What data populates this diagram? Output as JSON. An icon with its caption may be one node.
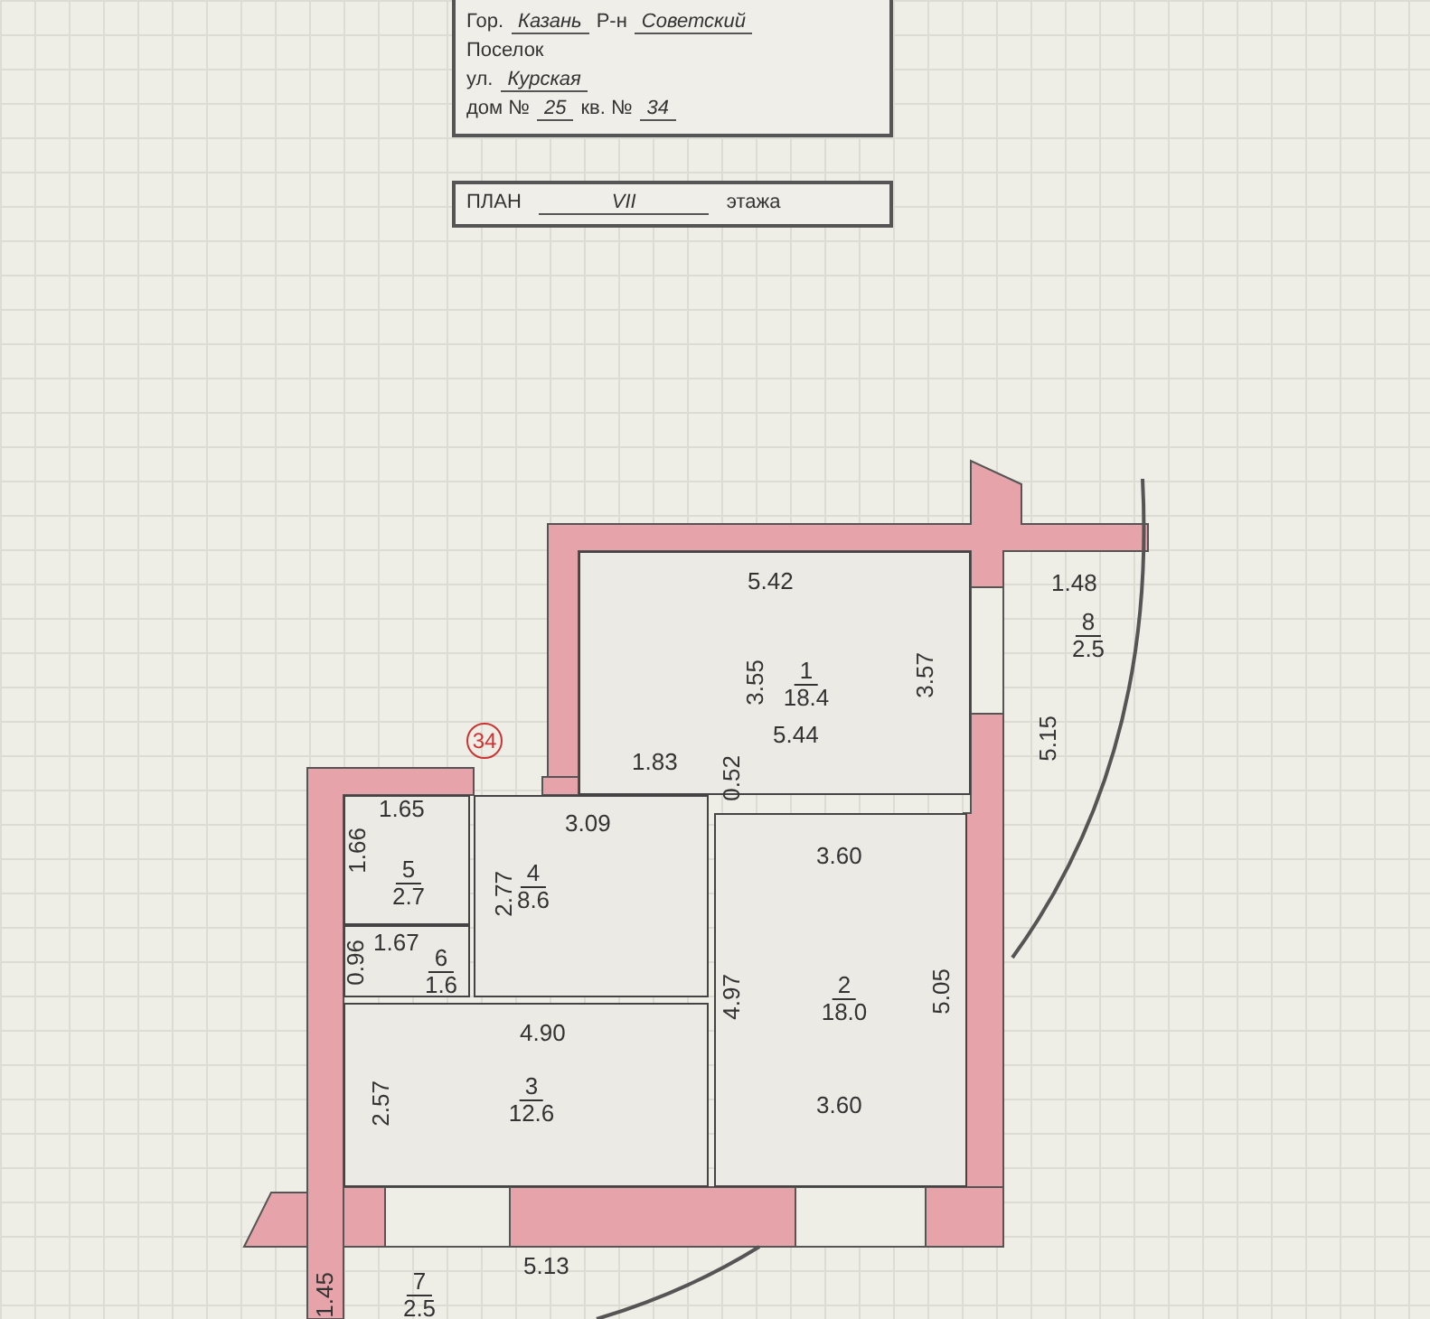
{
  "diagram": {
    "nodes": [
      {
        "text": [
          "Гор.",
          "Казань",
          "Р-н",
          "Советский",
          "Поселок",
          "ул.",
          "Курская",
          "дом №",
          "25",
          "кв. №",
          "34"
        ]
      },
      {
        "text": [
          "ПЛАН",
          "VII",
          "этажа"
        ]
      },
      {
        "text": [
          "1",
          "18.4"
        ]
      },
      {
        "text": [
          "8",
          "2.5"
        ]
      },
      {
        "text": [
          "4",
          "8.6"
        ]
      },
      {
        "text": [
          "5",
          "2.7"
        ]
      },
      {
        "text": [
          "6",
          "1.6"
        ]
      },
      {
        "text": [
          "3",
          "12.6"
        ]
      },
      {
        "text": [
          "2",
          "18.0"
        ]
      },
      {
        "text": [
          "7",
          "2.5"
        ]
      },
      {
        "text": [
          "34"
        ]
      }
    ],
    "edges": [],
    "labels": [
      "1.48",
      "5.42",
      "3.55",
      "3.57",
      "5.44",
      "5.15",
      "1.83",
      "0.52",
      "1.65",
      "3.09",
      "1.66",
      "2.77",
      "3.60",
      "1.67",
      "0.96",
      "4.97",
      "5.05",
      "4.90",
      "2.57",
      "3.60",
      "5.13",
      "1.45"
    ]
  }
}
